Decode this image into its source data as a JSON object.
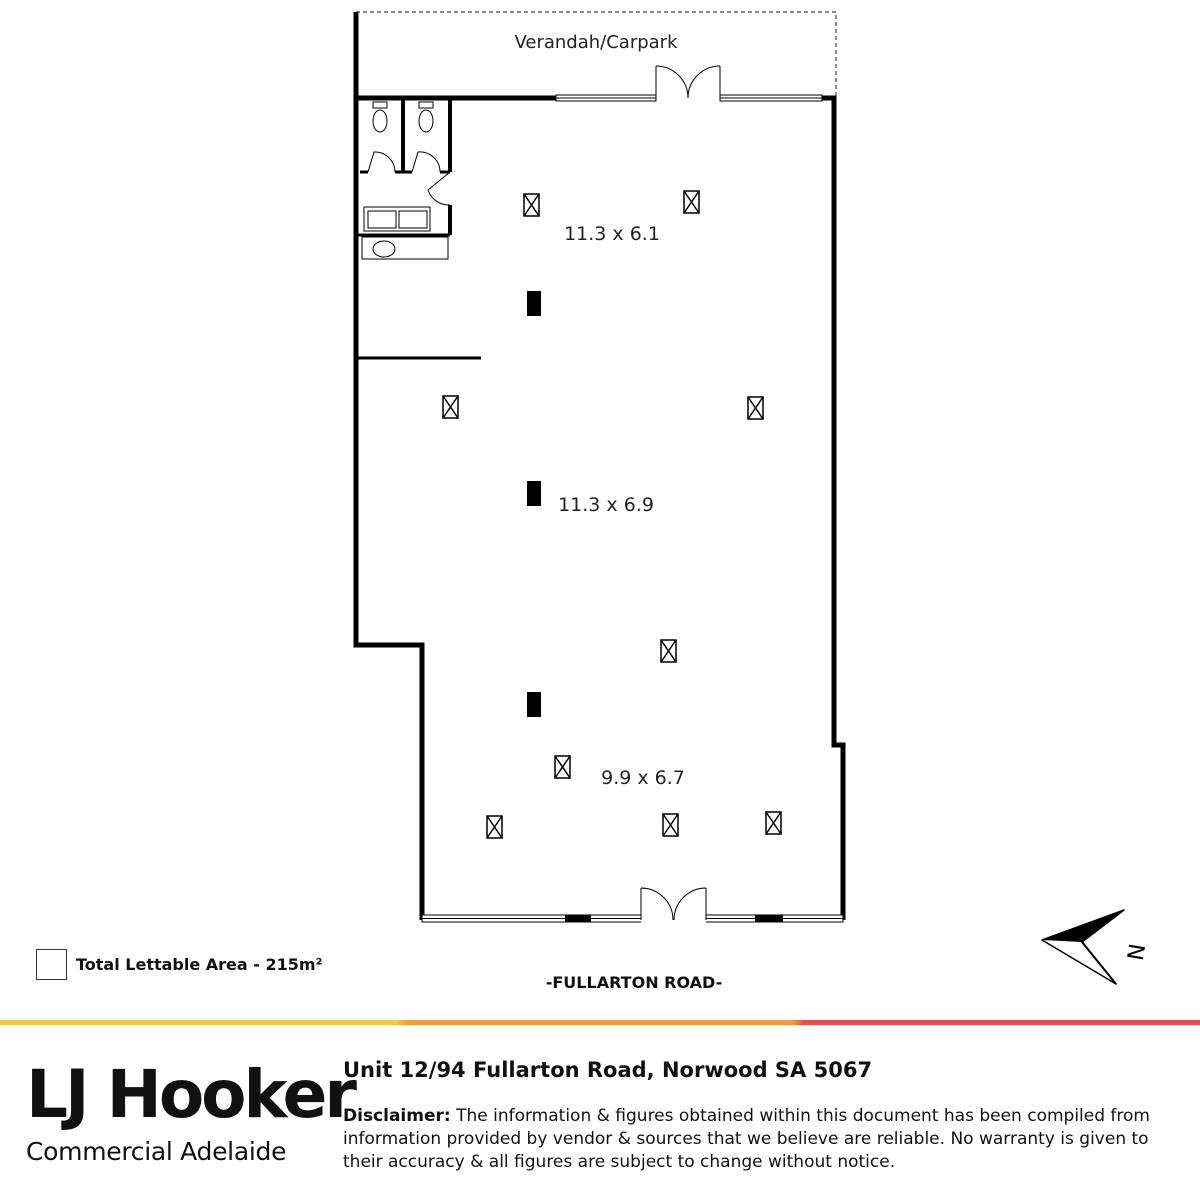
{
  "plan": {
    "verandah_label": "Verandah/Carpark",
    "rooms": [
      {
        "label": "11.3 x 6.1"
      },
      {
        "label": "11.3 x 6.9"
      },
      {
        "label": "9.9 x 6.7"
      }
    ],
    "road_label": "-FULLARTON ROAD-",
    "north_label": "N"
  },
  "legend": {
    "label": "Total Lettable Area - 215m²"
  },
  "footer": {
    "brand_name": "LJ Hooker",
    "brand_sub": "Commercial Adelaide",
    "address": "Unit 12/94 Fullarton Road, Norwood SA 5067",
    "disclaimer_label": "Disclaimer:",
    "disclaimer_text": " The information & figures obtained within this document has been compiled from information provided by vendor & sources that we believe are reliable. No warranty is given to their accuracy & all figures are subject to change without notice."
  },
  "colors": {
    "rule_yellow": "#f6c644",
    "rule_orange": "#f29a3e",
    "rule_red": "#e4504d"
  }
}
